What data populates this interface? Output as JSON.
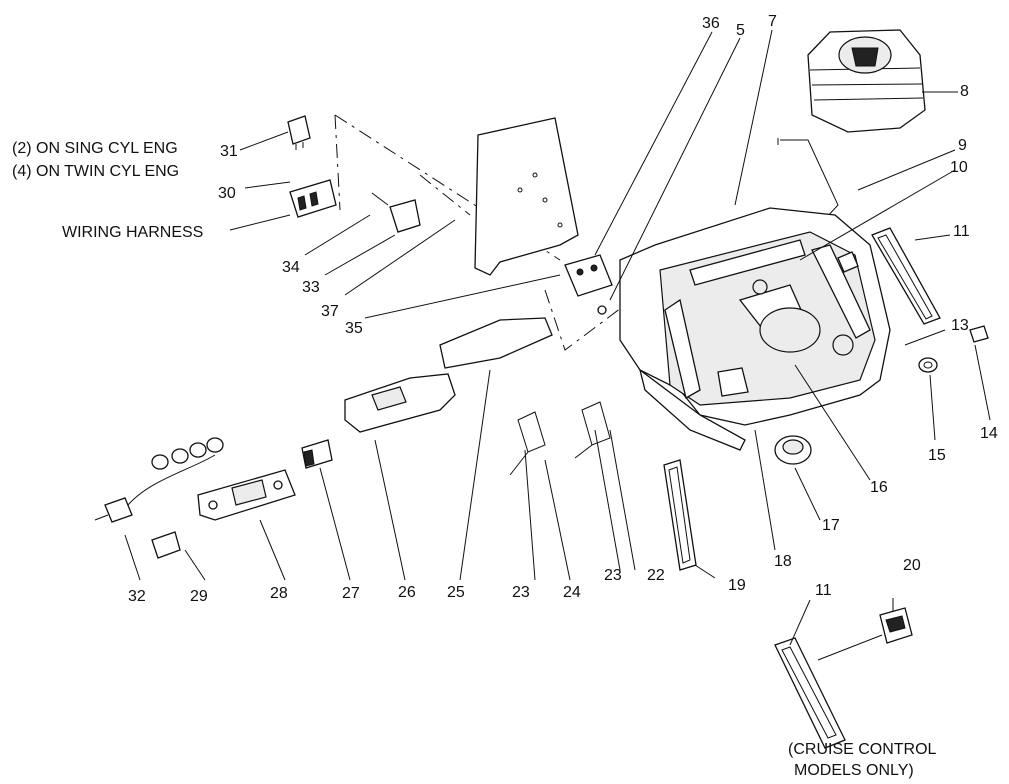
{
  "notes": {
    "sing_cyl": "(2) ON SING CYL ENG",
    "twin_cyl": "(4) ON TWIN CYL ENG",
    "wiring_harness": "WIRING HARNESS",
    "cruise_line1": "(CRUISE CONTROL",
    "cruise_line2": "MODELS ONLY)"
  },
  "callouts": {
    "c36": "36",
    "c5": "5",
    "c7": "7",
    "c8": "8",
    "c9": "9",
    "c10": "10",
    "c11a": "11",
    "c13": "13",
    "c14": "14",
    "c15": "15",
    "c16": "16",
    "c17": "17",
    "c18": "18",
    "c19": "19",
    "c20": "20",
    "c11b": "11",
    "c22": "22",
    "c23a": "23",
    "c23b": "23",
    "c24": "24",
    "c25": "25",
    "c26": "26",
    "c27": "27",
    "c28": "28",
    "c29": "29",
    "c32": "32",
    "c31": "31",
    "c30": "30",
    "c34": "34",
    "c33": "33",
    "c37": "37",
    "c35": "35"
  }
}
